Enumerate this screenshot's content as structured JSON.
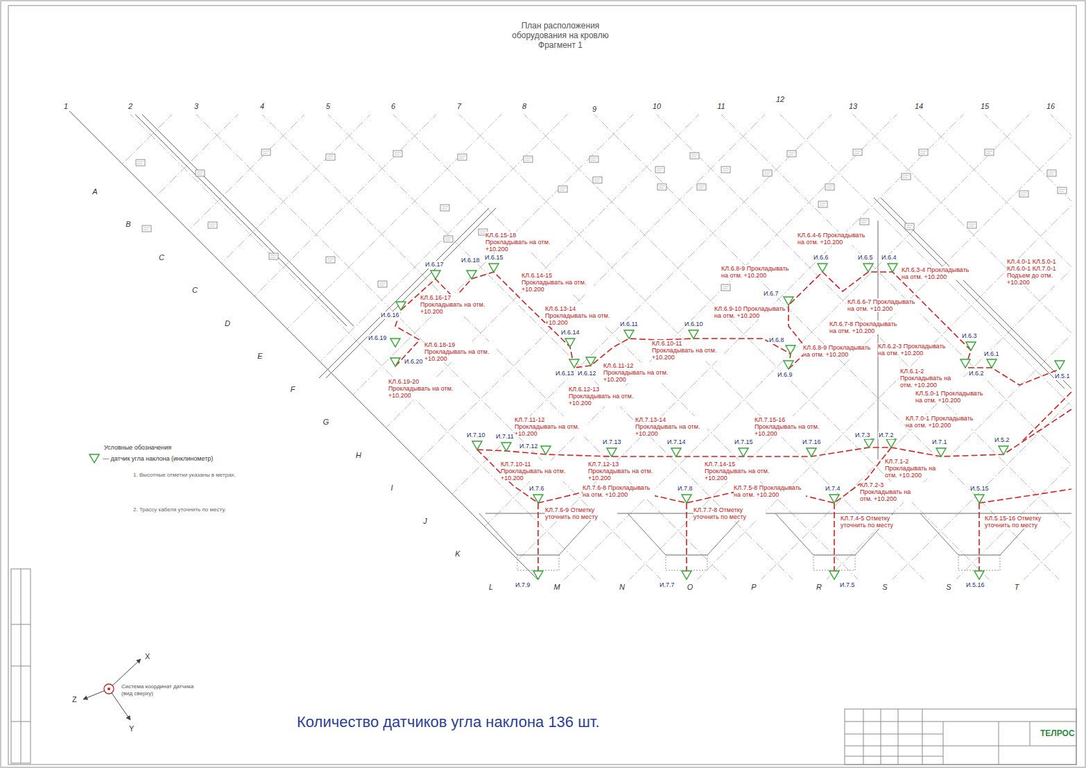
{
  "diagram": {
    "title": "План расположения оборудования на кровлю Фрагмент 1",
    "caption": "Количество датчиков угла наклона 136 шт.",
    "labels": [
      "1",
      "2",
      "3",
      "4",
      "5",
      "6",
      "7",
      "8",
      "9",
      "10",
      "11",
      "12",
      "13",
      "14",
      "15",
      "16",
      "A",
      "B",
      "C",
      "C",
      "D",
      "E",
      "F",
      "G",
      "H",
      "I",
      "J",
      "K",
      "L",
      "M",
      "N",
      "O",
      "P",
      "R",
      "S",
      "S",
      "T",
      "И.6.17",
      "И.6.18",
      "И.6.15",
      "И.6.16",
      "И.6.19",
      "И.6.20",
      "И.6.14",
      "И.6.13",
      "И.6.12",
      "И.6.11",
      "И.6.10",
      "И.6.8",
      "И.6.9",
      "И.6.7",
      "И.6.6",
      "И.6.5",
      "И.6.4",
      "И.6.3",
      "И.6.2",
      "И.6.1",
      "И.5.1",
      "И.7.10",
      "И.7.11",
      "И.7.12",
      "И.7.13",
      "И.7.14",
      "И.7.15",
      "И.7.16",
      "И.7.3",
      "И.7.2",
      "И.7.1",
      "И.5.2",
      "И.7.6",
      "И.7.8",
      "И.7.4",
      "И.5.15",
      "И.7.9",
      "И.7.7",
      "И.7.5",
      "И.5.16",
      "КЛ.6.15-18 Прокладывать на отм. +10.200",
      "КЛ.6.14-15 Прокладывать на отм. +10.200",
      "КЛ.6.16-17 Прокладывать на отм. +10.200",
      "КЛ.6.13-14 Прокладывать на отм. +10.200",
      "КЛ.6.18-19 Прокладывать на отм. +10.200",
      "КЛ.6.19-20 Прокладывать на отм. +10.200",
      "КЛ.6.12-13 Прокладывать на отм. +10.200",
      "КЛ.6.11-12 Прокладывать на отм. +10.200",
      "КЛ.6.10-11 Прокладывать на отм. +10.200",
      "КЛ.6.9-10 Прокладывать на отм. +10.200",
      "КЛ.6.8-9 Прокладывать на отм. +10.200",
      "КЛ.6.4-6 Прокладывать на отм. +10.200",
      "КЛ.6.3-4 Прокладывать на отм. +10.200",
      "КЛ.6.6-7 Прокладывать на отм. +10.200",
      "КЛ.6.7-8 Прокладывать на отм. +10.200",
      "КЛ.6.8-9 Прокладывать на отм. +10.200",
      "КЛ.6.2-3 Прокладывать на отм. +10.200",
      "КЛ.6.1-2 Прокладывать на отм. +10.200",
      "КЛ.5.0-1 Прокладывать на отм. +10.200",
      "КЛ.7.0-1 Прокладывать на отм. +10.200",
      "КЛ.4.0-1 КЛ.5.0-1 КЛ.6.0-1 КЛ.7.0-1 Подъем до отм. +10.200",
      "КЛ.7.11-12 Прокладывать на отм. +10.200",
      "КЛ.7.13-14 Прокладывать на отм. +10.200",
      "КЛ.7.15-16 Прокладывать на отм. +10.200",
      "КЛ.7.10-11 Прокладывать на отм. +10.200",
      "КЛ.7.12-13 Прокладывать на отм. +10.200",
      "КЛ.7.14-15 Прокладывать на отм. +10.200",
      "КЛ.7.6-8 Прокладывать на отм. +10.200",
      "КЛ.7.5-8 Прокладывать на отм. +10.200",
      "КЛ.7.1-2 Прокладывать на отм. +10.200",
      "КЛ.7.2-3 Прокладывать на отм. +10.200",
      "КЛ.7.6-9 Отметку уточнить по месту",
      "КЛ.7.7-8 Отметку уточнить по месту",
      "КЛ.7.4-5 Отметку уточнить по месту",
      "КЛ.5.15-16 Отметку уточнить по месту",
      "Условные обозначения",
      "1. Высотные отметки указаны в метрах.",
      "2. Трассу кабеля уточнить по месту.",
      "Система координат датчика (вид сверху)",
      "X",
      "Y",
      "Z",
      "ТЕЛРОС"
    ],
    "legend": [
      {
        "text": "— датчик угла наклона (инклинометр)"
      }
    ]
  }
}
